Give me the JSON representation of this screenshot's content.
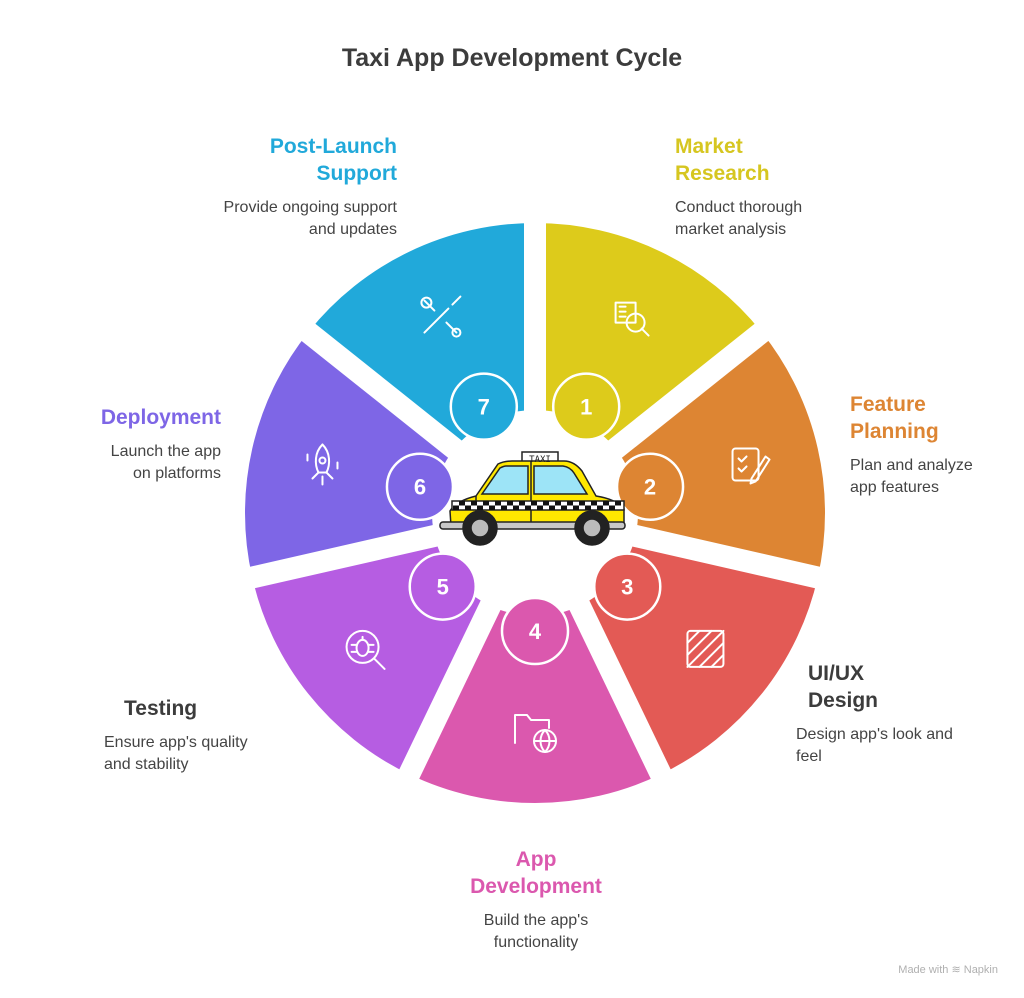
{
  "title": "Taxi App Development Cycle",
  "car_sign": "TAXI",
  "steps": [
    {
      "number": "1",
      "title": "Market Research",
      "description": "Conduct thorough market analysis",
      "color": "#DDCB1B",
      "title_color": "#D6C620",
      "icon": "market-research-icon"
    },
    {
      "number": "2",
      "title": "Feature Planning",
      "description": "Plan and analyze app features",
      "color": "#DD8533",
      "title_color": "#DD8533",
      "icon": "checklist-icon"
    },
    {
      "number": "3",
      "title": "UI/UX Design",
      "description": "Design app's look and feel",
      "color": "#E35A55",
      "title_color": "#3c3c3c",
      "icon": "hatched-square-icon"
    },
    {
      "number": "4",
      "title": "App Development",
      "description": "Build the app's functionality",
      "color": "#DB58AE",
      "title_color": "#DB58AE",
      "icon": "folder-globe-icon"
    },
    {
      "number": "5",
      "title": "Testing",
      "description": "Ensure app's quality and stability",
      "color": "#B65DE2",
      "title_color": "#3c3c3c",
      "icon": "bug-search-icon"
    },
    {
      "number": "6",
      "title": "Deployment",
      "description": "Launch the app on platforms",
      "color": "#7E66E6",
      "title_color": "#7E66E6",
      "icon": "rocket-icon"
    },
    {
      "number": "7",
      "title": "Post-Launch Support",
      "description": "Provide ongoing support and updates",
      "color": "#21A9DA",
      "title_color": "#21A9DA",
      "icon": "tools-icon"
    }
  ],
  "footer": "Made with ≋ Napkin"
}
